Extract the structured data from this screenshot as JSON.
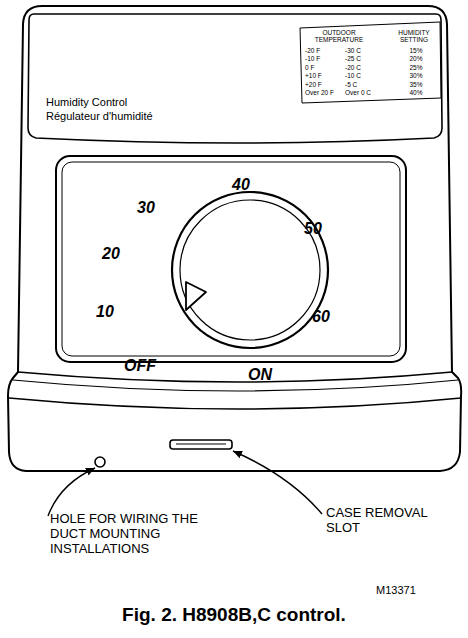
{
  "diagram": {
    "caption": "Fig. 2. H8908B,C control.",
    "labels": [
      "Humidity Control",
      "Régulateur d'humidité",
      "OUTDOOR TEMPERATURE",
      "HUMIDITY SETTING",
      "-20 F",
      "-30 C",
      "15%",
      "-10 F",
      "-25 C",
      "20%",
      "0 F",
      "-20 C",
      "25%",
      "+10 F",
      "-10 C",
      "30%",
      "+20 F",
      "-5 C",
      "35%",
      "Over 20 F",
      "Over 0 C",
      "40%",
      "40",
      "30",
      "50",
      "20",
      "10",
      "60",
      "OFF",
      "ON",
      "HOLE FOR WIRING THE DUCT MOUNTING INSTALLATIONS",
      "CASE REMOVAL SLOT",
      "M13371"
    ]
  }
}
